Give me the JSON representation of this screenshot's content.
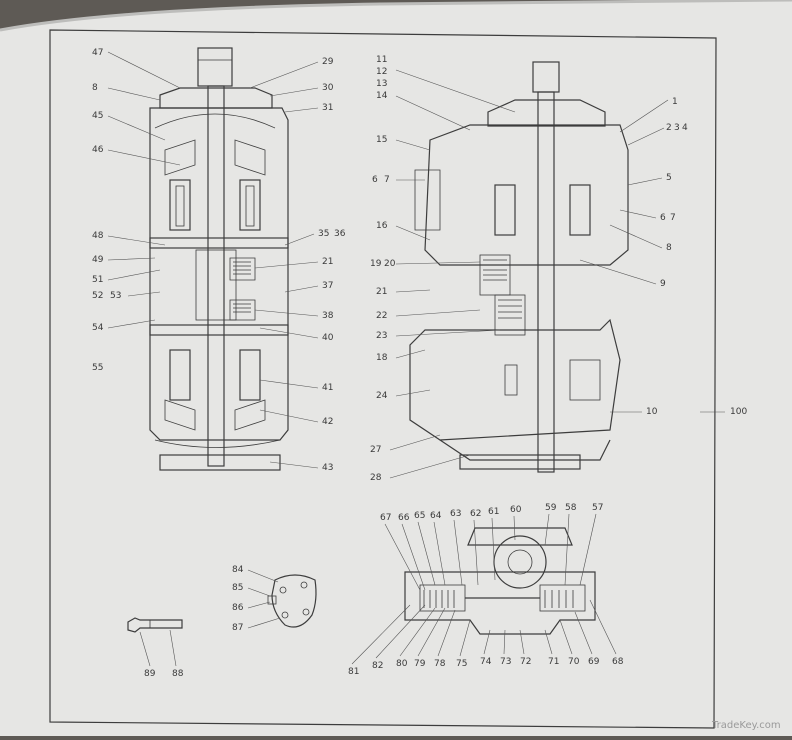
{
  "watermark": "TradeKey.com",
  "assembly_label": "100",
  "left_view": {
    "left_labels": [
      "47",
      "8",
      "45",
      "46",
      "48",
      "49",
      "51",
      "52",
      "53",
      "54",
      "55"
    ],
    "right_labels": [
      "29",
      "30",
      "31",
      "35",
      "36",
      "21",
      "37",
      "38",
      "40",
      "41",
      "42",
      "43"
    ]
  },
  "right_view": {
    "left_labels": [
      "11",
      "12",
      "13",
      "14",
      "15",
      "6",
      "7",
      "16",
      "19",
      "20",
      "21",
      "22",
      "23",
      "18",
      "24",
      "27",
      "28"
    ],
    "right_labels": [
      "1",
      "2",
      "3",
      "4",
      "5",
      "6",
      "7",
      "8",
      "9",
      "10"
    ]
  },
  "valve_view": {
    "top_labels": [
      "67",
      "66",
      "65",
      "64",
      "63",
      "62",
      "61",
      "60",
      "59",
      "58",
      "57"
    ],
    "bottom_labels": [
      "81",
      "82",
      "80",
      "79",
      "78",
      "75",
      "74",
      "73",
      "72",
      "71",
      "70",
      "69",
      "68"
    ]
  },
  "cover_view": {
    "labels": [
      "84",
      "85",
      "86",
      "87"
    ]
  },
  "bolt_view": {
    "labels": [
      "89",
      "88"
    ]
  }
}
